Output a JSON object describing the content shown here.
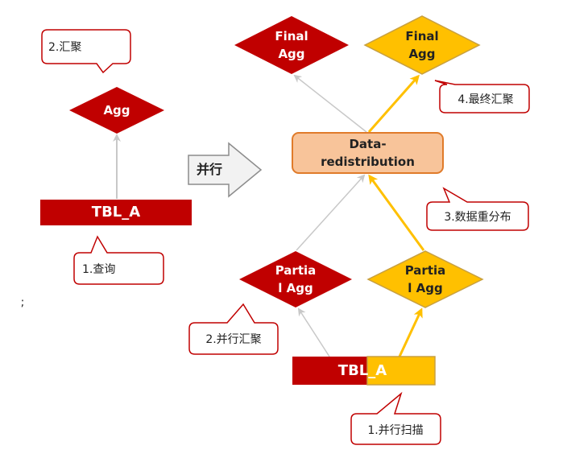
{
  "left": {
    "table": "TBL_A",
    "agg": "Agg",
    "callout_query": "1.查询",
    "callout_agg": "2.汇聚"
  },
  "middle": {
    "parallel_label": "并行"
  },
  "right": {
    "final_agg_red": "Final\nAgg",
    "final_agg_gold": "Final\nAgg",
    "redistribution": "Data-\nredistribution",
    "partial_agg_red": "Partia\nl Agg",
    "partial_agg_gold": "Partia\nl Agg",
    "table": "TBL_A",
    "callout_scan": "1.并行扫描",
    "callout_partial": "2.并行汇聚",
    "callout_redistribute": "3.数据重分布",
    "callout_final": "4.最终汇聚"
  },
  "stray_mark": ";",
  "colors": {
    "red": "#c00000",
    "gold": "#ffc000",
    "gold_border": "#c8a040",
    "peach": "#f8c49a",
    "peach_border": "#e07b2a",
    "gray_line": "#c8c8c8",
    "callout_border": "#c00000"
  }
}
